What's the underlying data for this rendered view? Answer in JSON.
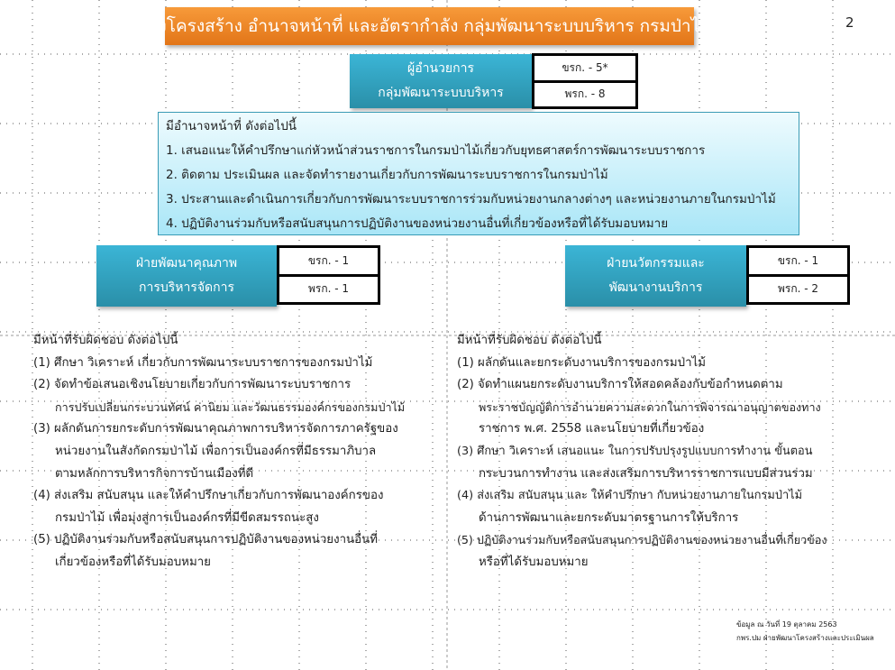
{
  "title": "ผังโครงสร้าง อำนาจหน้าที่ และอัตรากำลัง กลุ่มพัฒนาระบบบริหาร กรมป่าไม้",
  "page_number": "2",
  "director": {
    "line1": "ผู้อำนวยการ",
    "line2": "กลุ่มพัฒนาระบบบริหาร",
    "civil_servants": "ขรก. - 5*",
    "gov_employees": "พรก. - 8"
  },
  "duties": {
    "heading": "มีอำนาจหน้าที่ ดังต่อไปนี้",
    "items": [
      "1. เสนอแนะให้คำปรึกษาแก่หัวหน้าส่วนราชการในกรมป่าไม้เกี่ยวกับยุทธศาสตร์การพัฒนาระบบราชการ",
      "2. ติดตาม ประเมินผล และจัดทำรายงานเกี่ยวกับการพัฒนาระบบราชการในกรมป่าไม้",
      "3. ประสานและดำเนินการเกี่ยวกับการพัฒนาระบบราชการร่วมกับหน่วยงานกลางต่างๆ และหน่วยงานภายในกรมป่าไม้",
      "4. ปฏิบัติงานร่วมกับหรือสนับสนุนการปฏิบัติงานของหน่วยงานอื่นที่เกี่ยวข้องหรือที่ได้รับมอบหมาย"
    ]
  },
  "left_unit": {
    "line1": "ฝ่ายพัฒนาคุณภาพ",
    "line2": "การบริหารจัดการ",
    "civil_servants": "ขรก. - 1",
    "gov_employees": "พรก. - 1"
  },
  "right_unit": {
    "line1": "ฝ่ายนวัตกรรมและ",
    "line2": "พัฒนางานบริการ",
    "civil_servants": "ขรก. - 1",
    "gov_employees": "พรก. - 2"
  },
  "left_text": [
    "มีหน้าที่รับผิดชอบ ดังต่อไปนี้",
    "(1) ศึกษา วิเคราะห์ เกี่ยวกับการพัฒนาระบบราชการของกรมป่าไม้",
    "(2) จัดทำข้อเสนอเชิงนโยบายเกี่ยวกับการพัฒนาระบบราชการ",
    "การปรับเปลี่ยนกระบวนทัศน์ ค่านิยม และวัฒนธรรมองค์กรของกรมป่าไม้",
    "(3) ผลักดันการยกระดับการพัฒนาคุณภาพการบริหารจัดการภาครัฐของ",
    "หน่วยงานในสังกัดกรมป่าไม้ เพื่อการเป็นองค์กรที่มีธรรมาภิบาล",
    "ตามหลักการบริหารกิจการบ้านเมืองที่ดี",
    "(4) ส่งเสริม สนับสนุน และให้คำปรึกษาเกี่ยวกับการพัฒนาองค์กรของ",
    "กรมป่าไม้ เพื่อมุ่งสู่การเป็นองค์กรที่มีขีดสมรรถนะสูง",
    "(5) ปฏิบัติงานร่วมกับหรือสนับสนุนการปฏิบัติงานของหน่วยงานอื่นที่",
    "เกี่ยวข้องหรือที่ได้รับมอบหมาย"
  ],
  "right_text": [
    "มีหน้าที่รับผิดชอบ ดังต่อไปนี้",
    "(1) ผลักดันและยกระดับงานบริการของกรมป่าไม้",
    "(2) จัดทำแผนยกระดับงานบริการให้สอดคล้องกับข้อกำหนดตาม",
    "พระราชบัญญัติการอำนวยความสะดวกในการพิจารณาอนุญาตของทาง",
    "ราชการ พ.ศ. 2558 และนโยบายที่เกี่ยวข้อง",
    "(3) ศึกษา วิเคราะห์ เสนอแนะ ในการปรับปรุงรูปแบบการทำงาน ขั้นตอน",
    "กระบวนการทำงาน และส่งเสริมการบริหารราชการแบบมีส่วนร่วม",
    "(4) ส่งเสริม สนับสนุน และ ให้คำปรึกษา กับหน่วยงานภายในกรมป่าไม้",
    "ด้านการพัฒนาและยกระดับมาตรฐานการให้บริการ",
    "(5) ปฏิบัติงานร่วมกับหรือสนับสนุนการปฏิบัติงานของหน่วยงานอื่นที่เกี่ยวข้อง",
    "หรือที่ได้รับมอบหมาย"
  ],
  "footer": {
    "line1": "ข้อมูล ณ วันที่ 19 ตุลาคม 2563",
    "line2": "กพร.ปม ฝ่ายพัฒนาโครงสร้างและประเมินผล"
  }
}
